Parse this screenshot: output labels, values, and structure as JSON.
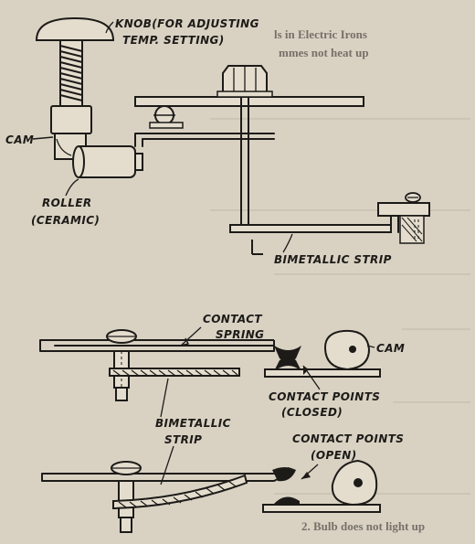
{
  "labels": {
    "knob": "KNOB(FOR ADJUSTING",
    "knob2": "TEMP. SETTING)",
    "cam_top": "CAM",
    "roller": "ROLLER",
    "roller2": "(CERAMIC)",
    "bimetal_top": "BIMETALLIC STRIP",
    "contact_spring": "CONTACT",
    "contact_spring2": "SPRING",
    "cam_bottom": "CAM",
    "contact_closed": "CONTACT POINTS",
    "contact_closed2": "(CLOSED)",
    "bimetal_bottom": "BIMETALLIC",
    "bimetal_bottom2": "STRIP",
    "contact_open": "CONTACT POINTS",
    "contact_open2": "(OPEN)"
  },
  "background_text": {
    "top_right_1": "ls in Electric Irons",
    "top_right_2": "mmes not heat up",
    "bottom_right": "2.   Bulb does not light up"
  },
  "colors": {
    "paper": "#d9d2c3",
    "ink": "#1d1b18"
  }
}
